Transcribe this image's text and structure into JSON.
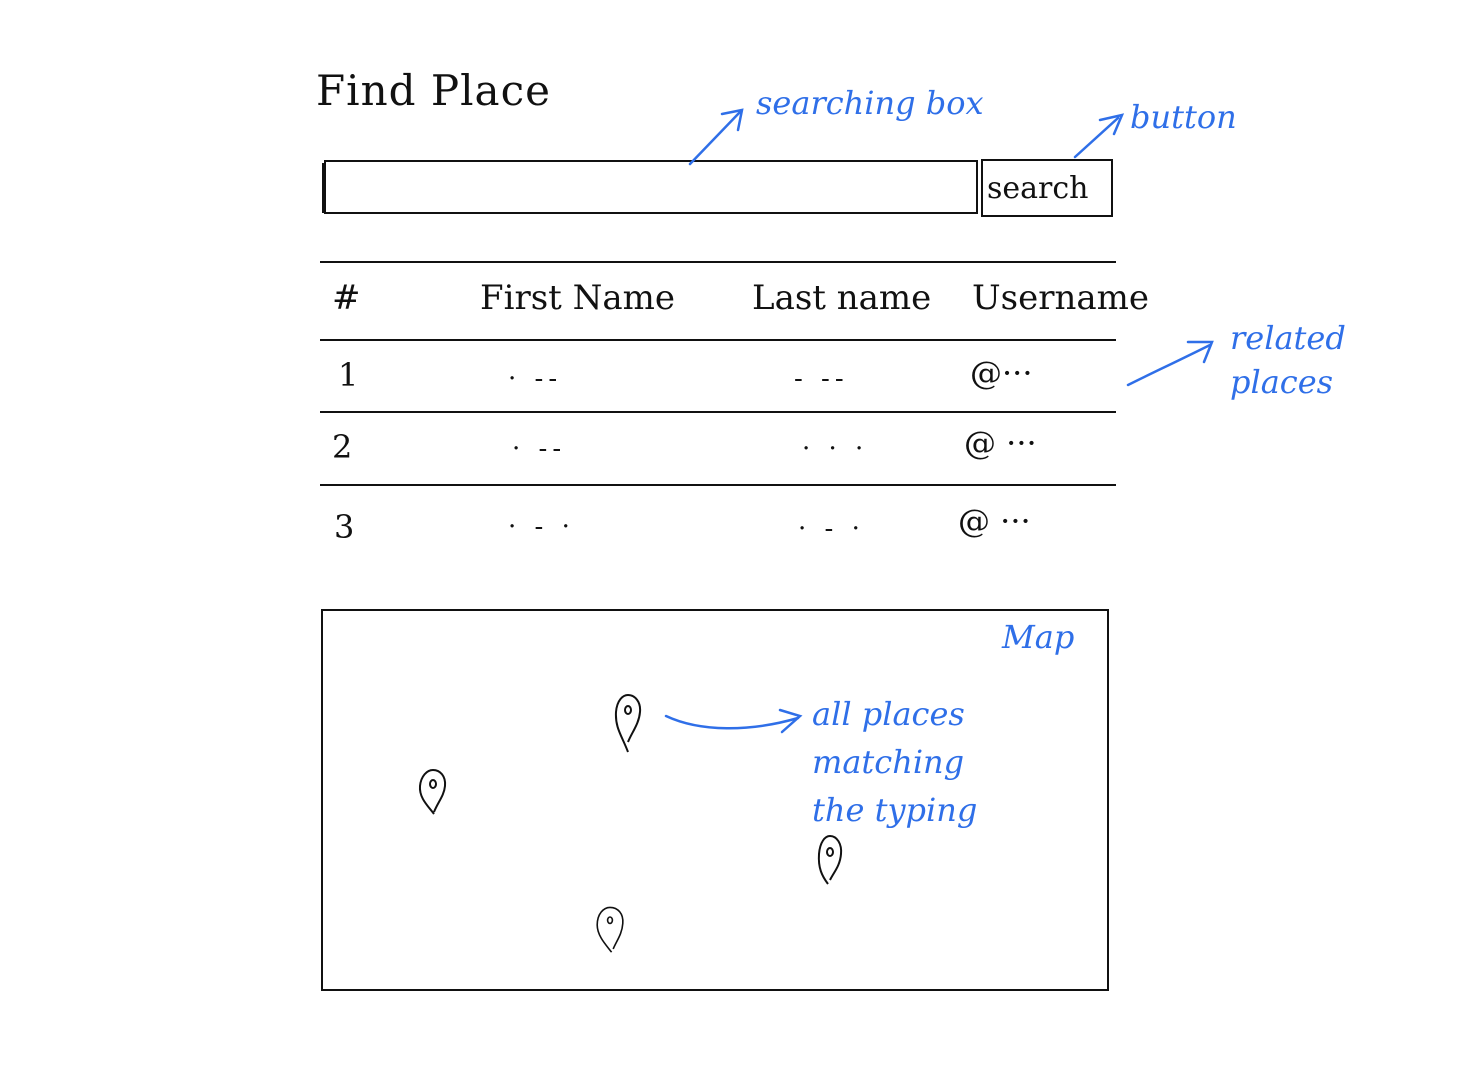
{
  "page": {
    "title": "Find Place"
  },
  "search": {
    "placeholder": "",
    "value": "",
    "button_label": "search"
  },
  "table": {
    "headers": [
      "#",
      "First Name",
      "Last name",
      "Username"
    ],
    "rows": [
      {
        "index": "1",
        "first": "· --",
        "last": "- --",
        "username": "@···"
      },
      {
        "index": "2",
        "first": "· --",
        "last": "· · ·",
        "username": "@ ···"
      },
      {
        "index": "3",
        "first": "· - ·",
        "last": "· - ·",
        "username": "@ ···"
      }
    ]
  },
  "map": {
    "markers": [
      {
        "name": "place-pin"
      },
      {
        "name": "place-pin"
      },
      {
        "name": "place-pin"
      },
      {
        "name": "place-pin"
      }
    ]
  },
  "annotations": {
    "searching_box": "searching box",
    "button": "button",
    "related_places": "related places",
    "map": "Map",
    "all_places": "all places matching the typing",
    "color": "#2f6fe8"
  }
}
